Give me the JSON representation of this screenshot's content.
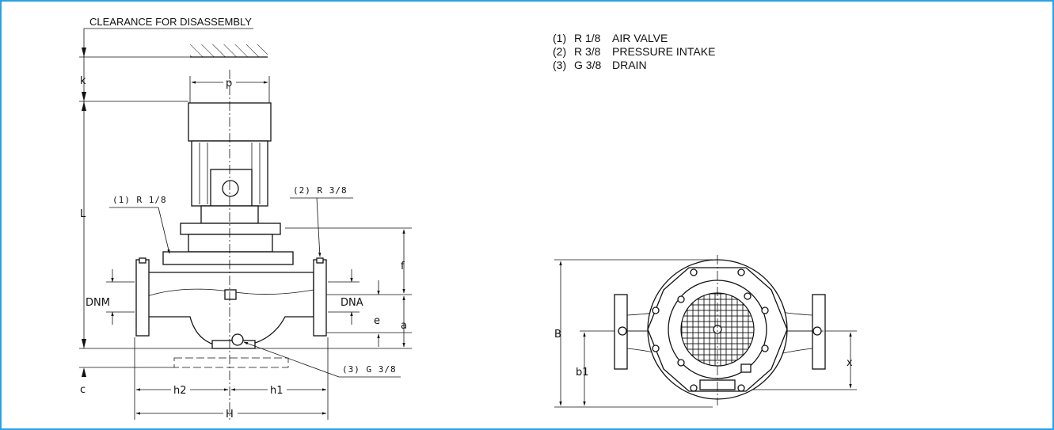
{
  "clearance_label": "CLEARANCE FOR DISASSEMBLY",
  "legend": [
    {
      "num": "(1)",
      "size": "R 1/8",
      "desc": "AIR VALVE"
    },
    {
      "num": "(2)",
      "size": "R 3/8",
      "desc": "PRESSURE INTAKE"
    },
    {
      "num": "(3)",
      "size": "G 3/8",
      "desc": "DRAIN"
    }
  ],
  "callouts": {
    "c1": "(1) R 1/8",
    "c2": "(2) R 3/8",
    "c3": "(3) G 3/8"
  },
  "dimensions": {
    "k": "k",
    "p": "p",
    "L": "L",
    "f": "f",
    "DNM": "DNM",
    "DNA": "DNA",
    "e": "e",
    "a": "a",
    "c": "c",
    "h2": "h2",
    "h1": "h1",
    "H": "H",
    "B": "B",
    "b1": "b1",
    "x": "x"
  },
  "colors": {
    "border": "#2aa3e3",
    "ink": "#111111"
  }
}
